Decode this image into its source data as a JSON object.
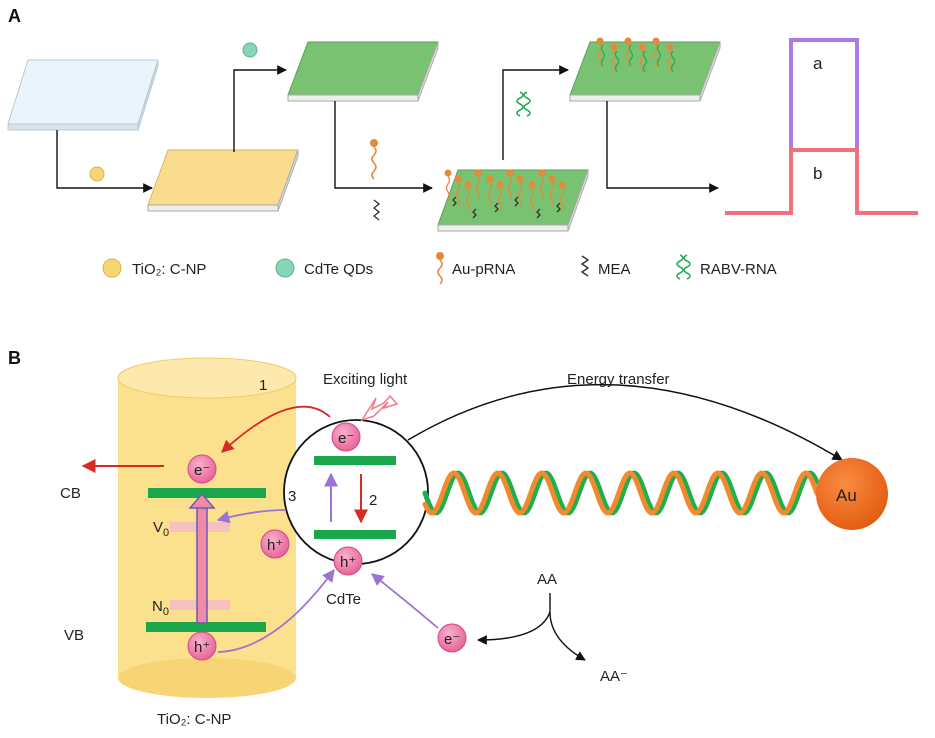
{
  "panel_a": {
    "letter": "A",
    "signal_labels": {
      "a": "a",
      "b": "b"
    },
    "legend": [
      {
        "text": "TiO₂: C-NP",
        "color": "#f6d776"
      },
      {
        "text": "CdTe QDs",
        "color": "#86d6b6"
      },
      {
        "text": "Au-pRNA",
        "color": "#e38a3c"
      },
      {
        "text": "MEA",
        "color": "#333333"
      },
      {
        "text": "RABV-RNA",
        "color": "#2eaa58"
      }
    ],
    "colors": {
      "substrate": "#e8f4fb",
      "tio2_layer": "#f9dc8e",
      "cdte_layer": "#79c271",
      "signal_a": "#a97be3",
      "signal_b": "#f07080"
    }
  },
  "panel_b": {
    "letter": "B",
    "exciting_light": "Exciting light",
    "energy_transfer": "Energy transfer",
    "cb": "CB",
    "vb": "VB",
    "v0_main": "V",
    "v0_sub": "0",
    "n0_main": "N",
    "n0_sub": "0",
    "cdte": "CdTe",
    "tio2_caption": "TiO₂: C-NP",
    "au": "Au",
    "aa": "AA",
    "aa_minus": "AA⁻",
    "electron": "e⁻",
    "hole": "h⁺",
    "step1": "1",
    "step2": "2",
    "step3": "3",
    "colors": {
      "cylinder": "#fbe08e",
      "band": "#1aa64a",
      "charge": "#f07aa8",
      "au_sphere": "#f26d1c",
      "helix_orange": "#ef8a2e",
      "helix_green": "#1fae4b",
      "arrow_red": "#d92b24",
      "arrow_purple": "#9b74d3"
    }
  }
}
